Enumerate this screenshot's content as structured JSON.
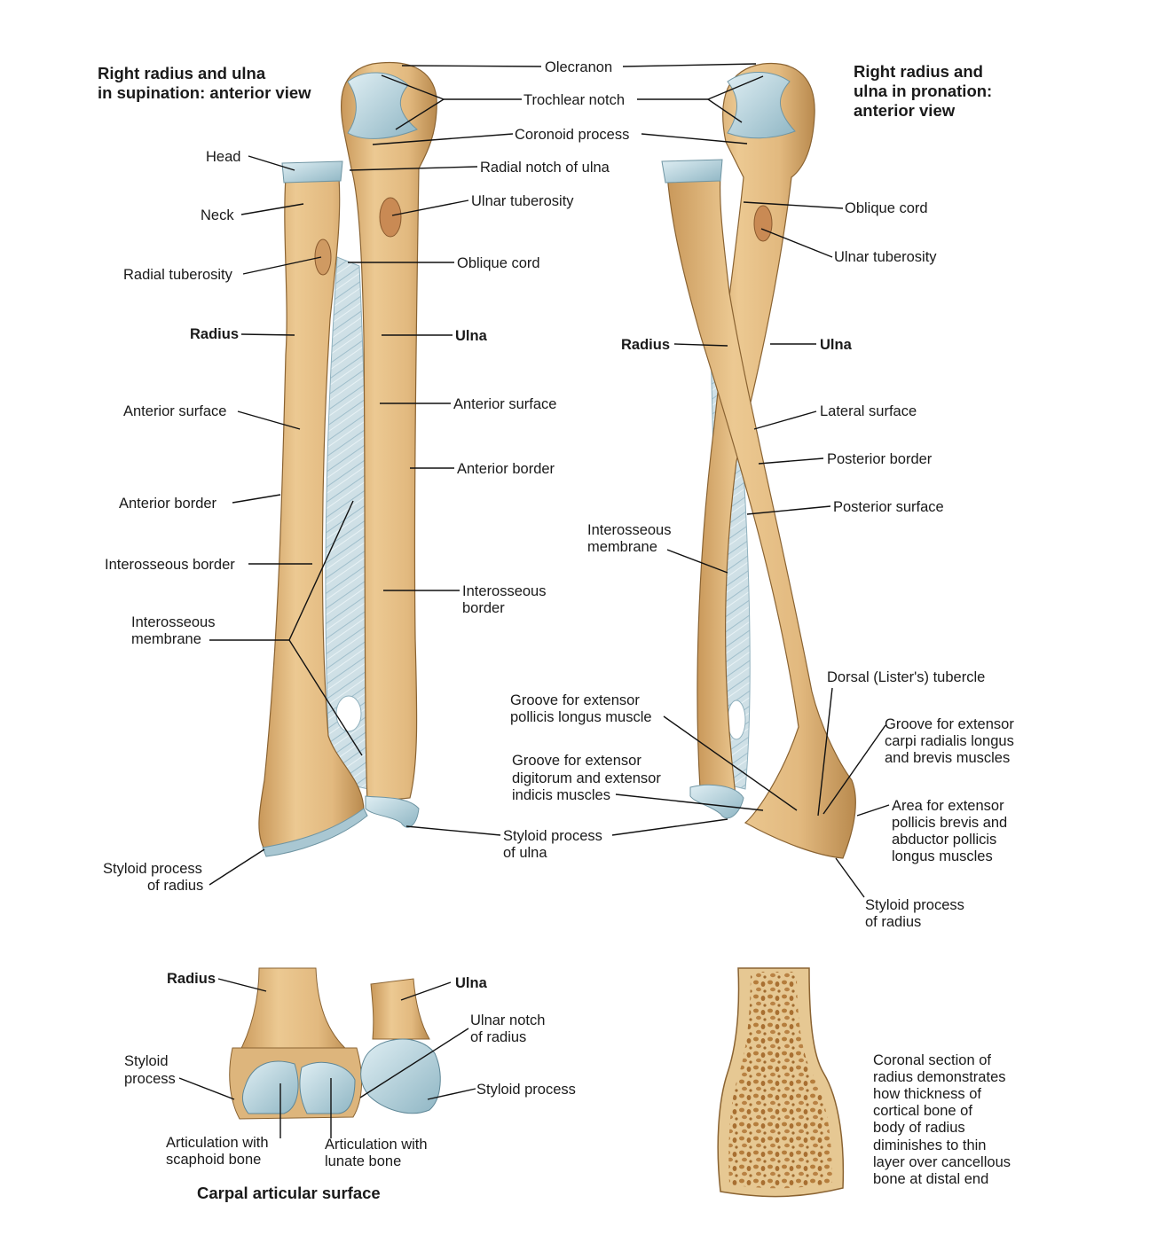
{
  "titles": {
    "supination": [
      "Right radius and ulna",
      "in supination: anterior view"
    ],
    "pronation": [
      "Right radius and",
      "ulna in pronation:",
      "anterior view"
    ],
    "carpal": "Carpal articular surface"
  },
  "labels": {
    "olecranon": "Olecranon",
    "trochlear_notch": "Trochlear notch",
    "coronoid_process": "Coronoid process",
    "radial_notch_ulna": "Radial notch of ulna",
    "ulnar_tuberosity": "Ulnar tuberosity",
    "oblique_cord": "Oblique cord",
    "ulna": "Ulna",
    "radius": "Radius",
    "head": "Head",
    "neck": "Neck",
    "radial_tuberosity": "Radial tuberosity",
    "anterior_surface": "Anterior surface",
    "anterior_border": "Anterior border",
    "interosseous_border": "Interosseous border",
    "interosseous_border_right": [
      "Interosseous",
      "border"
    ],
    "interosseous_membrane": [
      "Interosseous",
      "membrane"
    ],
    "styloid_process_radius": [
      "Styloid process",
      "of radius"
    ],
    "styloid_process_ulna": [
      "Styloid process",
      "of ulna"
    ],
    "lateral_surface": "Lateral surface",
    "posterior_border": "Posterior border",
    "posterior_surface": "Posterior surface",
    "dorsal_tubercle": "Dorsal (Lister's) tubercle",
    "groove_epl": [
      "Groove for extensor",
      "pollicis longus muscle"
    ],
    "groove_ecr": [
      "Groove for extensor",
      "carpi radialis longus",
      "and brevis muscles"
    ],
    "groove_ed": [
      "Groove for extensor",
      "digitorum and extensor",
      "indicis muscles"
    ],
    "area_epb": [
      "Area for extensor",
      "pollicis brevis and",
      "abductor pollicis",
      "longus muscles"
    ],
    "ulnar_notch_radius": [
      "Ulnar notch",
      "of radius"
    ],
    "styloid_process_short": [
      "Styloid",
      "process"
    ],
    "styloid_process_plain": "Styloid process",
    "artic_scaphoid": [
      "Articulation with",
      "scaphoid bone"
    ],
    "artic_lunate": [
      "Articulation with",
      "lunate bone"
    ],
    "coronal_caption": [
      "Coronal section of",
      "radius demonstrates",
      "how thickness of",
      "cortical bone of",
      "body of radius",
      "diminishes to thin",
      "layer over cancellous",
      "bone at distal end"
    ]
  },
  "colors": {
    "bone": "#e3bd85",
    "bone_shade": "#c79a5c",
    "cartilage": "#b9d3dc",
    "membrane": "#c9dbe2",
    "cancellous": "#c48f4f"
  }
}
